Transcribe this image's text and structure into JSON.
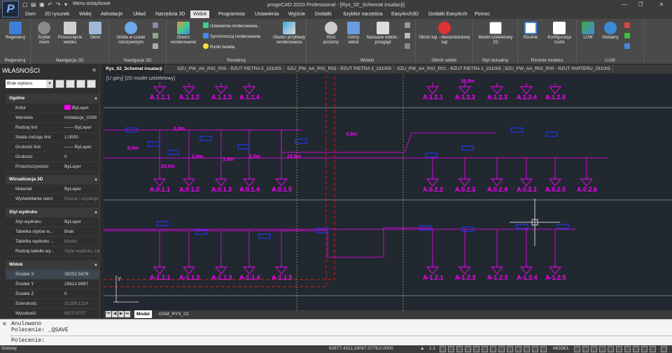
{
  "titlebar": {
    "title": "progeCAD 2020 Professional - [Rys_02_Schemat insalacji]",
    "quick_access_label": "Menu wstążkowe"
  },
  "menu": [
    "Dom",
    "2D rysunek",
    "Widej",
    "Adnotacje",
    "Układ",
    "Narzędzia 3D",
    "Widok",
    "Programista",
    "Ustawienia",
    "Wyjście",
    "Dodatki",
    "Szybkie narzędzia",
    "EasyArch3D",
    "Dodatki EasyArch",
    "Pomoc"
  ],
  "menu_active": "Widok",
  "ribbon": {
    "groups": [
      {
        "title": "Regeneruj",
        "buttons": [
          "Regeneruj"
        ]
      },
      {
        "title": "Nawigacja 2D",
        "buttons": [
          "Szybki zoom",
          "Przesunięcie widoku",
          "Okno"
        ]
      },
      {
        "title": "Nawigacja 3D",
        "buttons": [
          "Orbita w czasie rzeczywistym"
        ]
      },
      {
        "title": "Renderuj",
        "buttons": [
          "Otwórz renderowanie",
          "Otwórz przykłady renderowania"
        ],
        "small": [
          "Ustawienia renderowania...",
          "Synchronizuj renderowanie",
          "Punkt światła"
        ]
      },
      {
        "title": "Widoki",
        "buttons": [
          "Rzut poziomy",
          "Górny widok",
          "Nazwane widoki - przegląd"
        ]
      },
      {
        "title": "Obróć widok",
        "buttons": [
          "Obróć kąt - niestandardowy kąt"
        ]
      },
      {
        "title": "Styl wizualny",
        "buttons": [
          "Model szkieletowy 2D"
        ]
      },
      {
        "title": "Rzutnie modelu",
        "buttons": [
          "Rzutnie",
          "Konfiguracja rzutni"
        ]
      },
      {
        "title": "LUW",
        "buttons": [
          "LUW",
          "Globalny"
        ]
      }
    ]
  },
  "properties": {
    "title": "WŁASNOŚCI",
    "selection": "Brak wyboru",
    "sections": [
      {
        "name": "Ogólne",
        "rows": [
          {
            "k": "Kolor",
            "v": "ByLayer"
          },
          {
            "k": "Warstwa",
            "v": "Instalacja_GSM"
          },
          {
            "k": "Rodzaj linii",
            "v": "—— ByLayer"
          },
          {
            "k": "Skala rodzaju linii",
            "v": "1.0000"
          },
          {
            "k": "Grubość linii",
            "v": "—— ByLayer"
          },
          {
            "k": "Grubość",
            "v": "0"
          },
          {
            "k": "Przezroczystość",
            "v": "ByLayer"
          }
        ]
      },
      {
        "name": "Wizualizacja 3D",
        "rows": [
          {
            "k": "Materiał",
            "v": "ByLayer"
          },
          {
            "k": "Wyświetlanie cieni",
            "v": "Rzuca i uzyskuje ..."
          }
        ]
      },
      {
        "name": "Styl wydruku",
        "rows": [
          {
            "k": "Styl wydruku",
            "v": "ByLayer"
          },
          {
            "k": "Tabelka stylów w...",
            "v": "Brak"
          },
          {
            "k": "Tabelka wydruku ...",
            "v": "Model"
          },
          {
            "k": "Rodzaj tabelki wy...",
            "v": "Style wydruku zale..."
          }
        ]
      },
      {
        "name": "Widok",
        "rows": [
          {
            "k": "Środek X",
            "v": "39252.5678"
          },
          {
            "k": "Środek Y",
            "v": "25612.8987"
          },
          {
            "k": "Środek Z",
            "v": "0"
          },
          {
            "k": "Szerokość",
            "v": "21256.1214"
          },
          {
            "k": "Wysokość",
            "v": "8670.9757"
          }
        ]
      }
    ]
  },
  "doc_tabs": [
    "Rys_02_Schemat insalacji",
    "SZU_PW_AA_R02_R05 - RZUT PIETRA 5_231005",
    "SZU_PW_AA_R02_R03 - RZUT PIETRA 3_231005",
    "SZU_PW_AA_R02_R01 - RZUT PIETRA 1_231005",
    "SZU_PW_AA_R02_R00 - RZUT PARTERU_231005"
  ],
  "viewport_label": "[U góry] [2D model szkieletowy]",
  "drawing": {
    "rows": [
      [
        "A.1.1.1",
        "A.1.1.2",
        "A.1.1.3",
        "A.1.1.4",
        "A.1.2.1",
        "A.1.2.2",
        "A.1.2.3",
        "A.1.2.4",
        "A.1.2.5"
      ],
      [
        "A.0.1.1",
        "A.0.1.2",
        "A.0.1.3",
        "A.0.1.4",
        "A.0.1.5",
        "A.0.2.2",
        "A.0.2.3",
        "A.0.2.4",
        "A.0.2.1",
        "A.0.2.5",
        "A.0.2.6"
      ],
      [
        "A-1.1.1",
        "A-1.1.2",
        "A-1.1.3",
        "A-1.1.4",
        "A-1.1.5",
        "A-1.2.1",
        "A-1.2.2",
        "A-1.2.3",
        "A-1.2.4",
        "A-1.2.5"
      ]
    ],
    "dims": [
      "3,0m",
      "8,0m",
      "2,0m",
      "3,0m",
      "1,5m",
      "23,0m",
      "23,0m",
      "4,5m",
      "16,0m"
    ],
    "ucs_label": "Y"
  },
  "model_tabs": [
    "Model",
    "GSM_RYS_02"
  ],
  "command": {
    "lines": [
      "Anulowano",
      "Polecenie: _QSAVE"
    ],
    "prompt": "Polecenie:"
  },
  "status": {
    "ready": "Gotowy",
    "coords": "62677.4112,18067.0776,0.0000",
    "scale": "1:1",
    "mode": "MODEL"
  },
  "colors": {
    "magenta": "#ff00ff",
    "blue": "#1f3bff",
    "accent": "#0078d7"
  }
}
